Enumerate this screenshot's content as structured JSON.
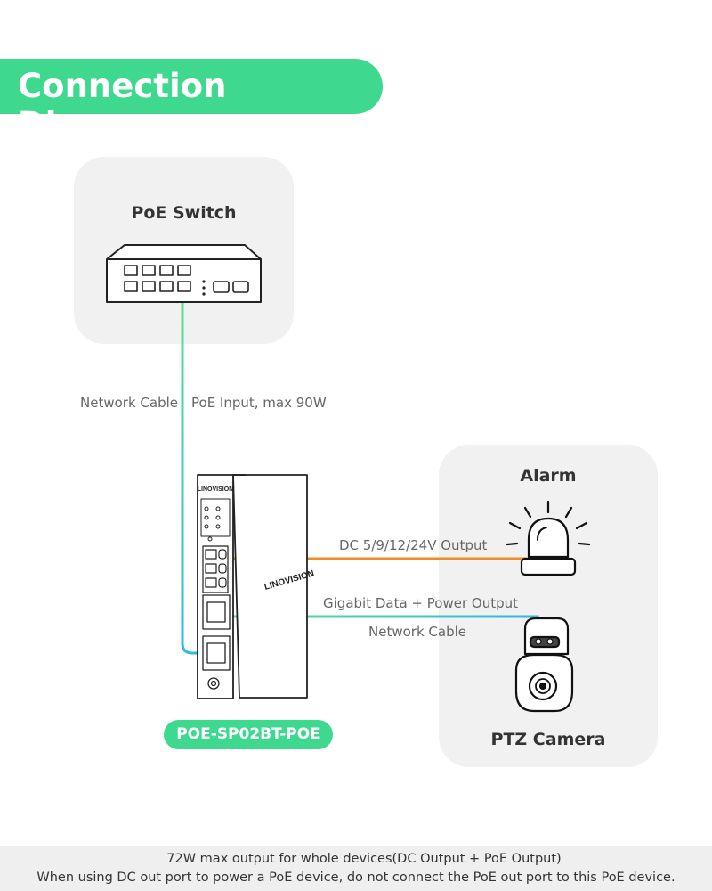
{
  "title": "Connection Diagram",
  "switch_card": {
    "heading": "PoE Switch"
  },
  "right_card": {
    "alarm_heading": "Alarm",
    "camera_heading": "PTZ Camera"
  },
  "labels": {
    "network_cable_top": "Network Cable",
    "poe_input": "PoE Input, max 90W",
    "dc_output": "DC 5/9/12/24V Output",
    "gigabit_output": "Gigabit Data + Power Output",
    "network_cable_bottom": "Network Cable"
  },
  "device": {
    "brand_front": "LINOVISION",
    "brand_side": "LINOVISION",
    "model": "POE-SP02BT-POE"
  },
  "footer": {
    "line1": "72W max output for whole devices(DC Output + PoE Output)",
    "line2": "When using DC out port to power a PoE device, do not connect the PoE out port to this PoE device."
  },
  "colors": {
    "accent": "#3ed98f",
    "cable_green": "#5ce08c",
    "cable_blue": "#2fb8e6",
    "dc_orange": "#f08a2a",
    "card_bg": "#f1f1f1"
  },
  "icons": [
    "bell-icon",
    "switch-icon",
    "splitter-device-icon",
    "alarm-light-icon",
    "ptz-camera-icon"
  ]
}
